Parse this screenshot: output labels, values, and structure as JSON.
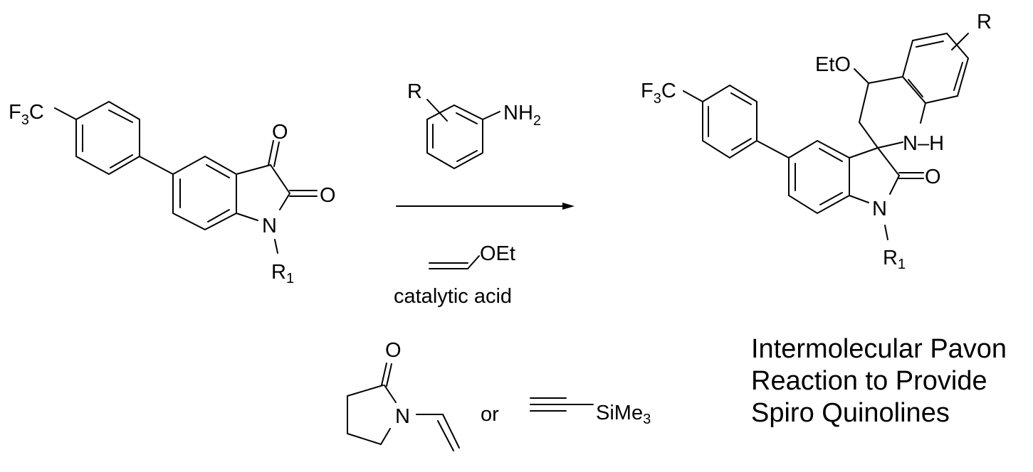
{
  "reactant": {
    "cf3_label": "F",
    "cf3_sub": "3",
    "cf3_c": "C",
    "o3_label": "O",
    "o2_label": "O",
    "n_label": "N",
    "r1_label": "R",
    "r1_sub": "1"
  },
  "reagents": {
    "aniline_r": "R",
    "nh2_label": "NH",
    "nh2_sub": "2",
    "vinyl_ether_label": "OEt",
    "conditions": "catalytic acid",
    "pyrrolidinone_o": "O",
    "pyrrolidinone_n": "N",
    "or_label": "or",
    "silyl_label": "SiMe",
    "silyl_sub": "3"
  },
  "product": {
    "cf3_label": "F",
    "cf3_sub": "3",
    "cf3_c": "C",
    "eto_label": "EtO",
    "r_label": "R",
    "nh_label": "N–H",
    "o_label": "O",
    "n_label": "N",
    "r1_label": "R",
    "r1_sub": "1"
  },
  "caption": {
    "line1": "Intermolecular Pavon",
    "line2": "Reaction to Provide",
    "line3": "Spiro Quinolines"
  }
}
